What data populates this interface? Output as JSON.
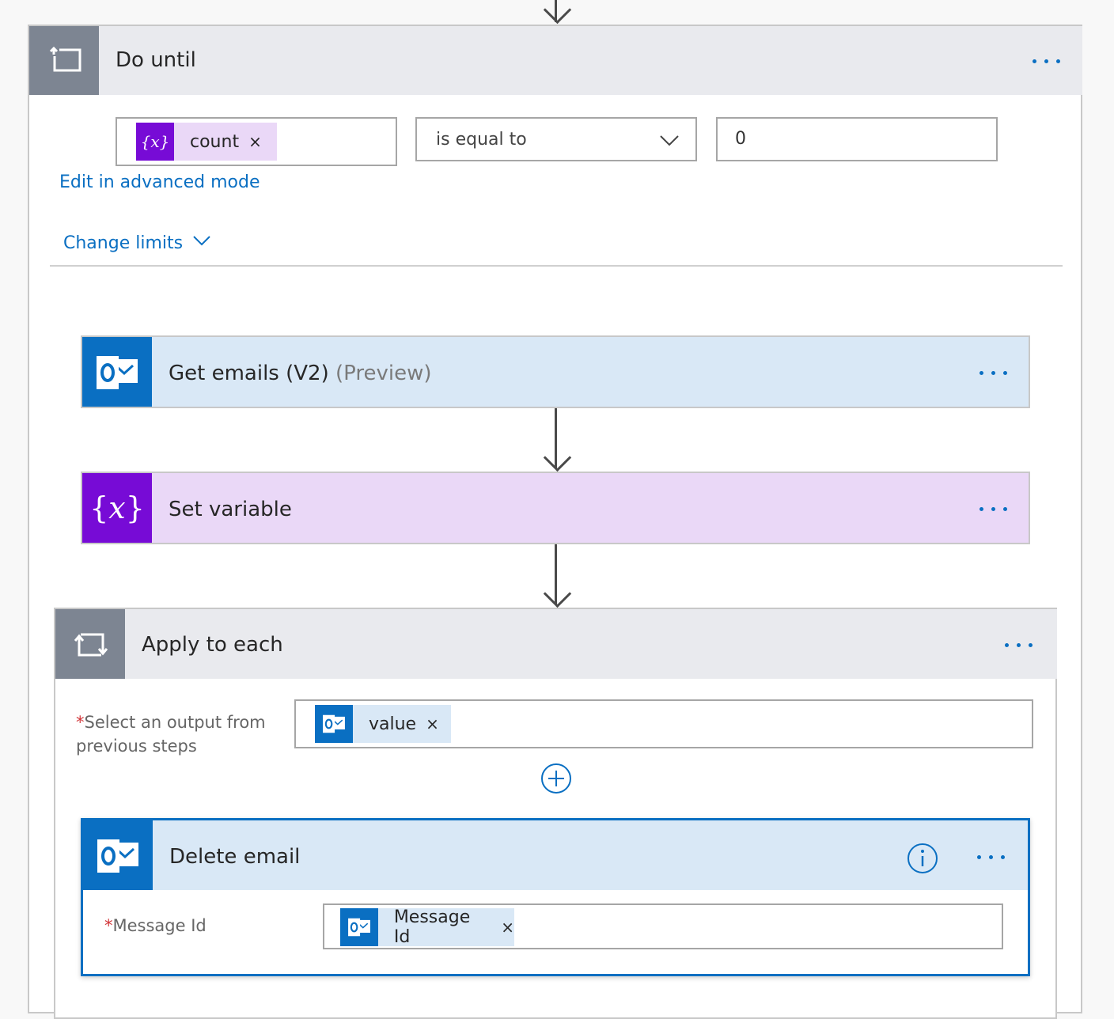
{
  "do_until": {
    "title": "Do until",
    "condition": {
      "left_token": "count",
      "operator": "is equal to",
      "right_value": "0"
    },
    "edit_advanced_label": "Edit in advanced mode",
    "change_limits_label": "Change limits"
  },
  "get_emails": {
    "title": "Get emails (V2)",
    "suffix": "(Preview)"
  },
  "set_variable": {
    "title": "Set variable"
  },
  "apply_each": {
    "title": "Apply to each",
    "required_mark": "*",
    "select_label_line1": "Select an output from",
    "select_label_line2": "previous steps",
    "value_token": "value"
  },
  "delete_email": {
    "title": "Delete email",
    "required_mark": "*",
    "message_id_label": "Message Id",
    "message_id_token": "Message Id"
  },
  "token_close": "×",
  "colors": {
    "accent_blue": "#0a6fc2",
    "outlook_blue": "#0a6fc2",
    "variable_purple": "#770bd6",
    "variable_bg": "#ead8f7",
    "outlook_header_bg": "#d9e8f6",
    "control_header_bg": "#e9eaee",
    "control_icon_bg": "#7d8592"
  },
  "icons": [
    "down-arrow-icon",
    "do-until-icon",
    "variable-icon",
    "close-icon",
    "chevron-down-icon",
    "outlook-icon",
    "apply-each-icon",
    "add-circle-icon",
    "info-icon",
    "ellipsis-icon"
  ]
}
